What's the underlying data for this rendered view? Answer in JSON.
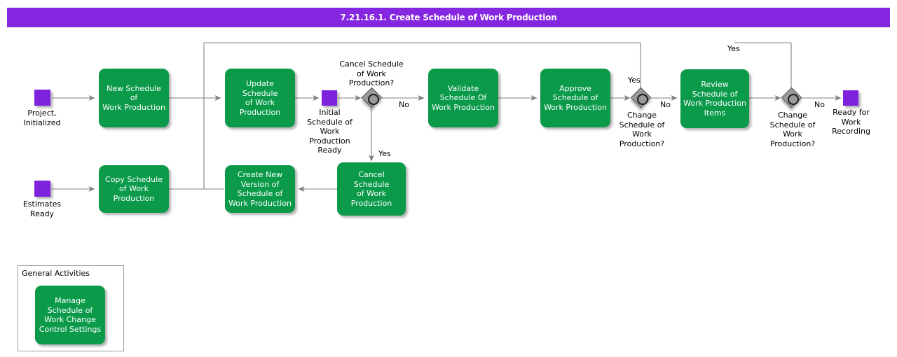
{
  "header": {
    "title": "7.21.16.1. Create Schedule of Work Production",
    "bar_color": "#8526E0",
    "text_color": "#FFFFFF"
  },
  "theme": {
    "task_fill": "#0B9A4A",
    "task_text": "#FFFFFF",
    "marker_fill": "#7F22DD",
    "gateway_fill": "#9A9A9A",
    "gateway_ring": "#1A1A1A",
    "connector": "#808080",
    "background": "#FFFFFF"
  },
  "diagram": {
    "type": "bpmn-process-flow",
    "start_events": [
      {
        "id": "start-project-initialized",
        "label": "Project,\nInitialized"
      },
      {
        "id": "start-estimates-ready",
        "label": "Estimates\nReady"
      }
    ],
    "intermediate_events": [
      {
        "id": "event-initial-schedule-ready",
        "label": "Initial\nSchedule of\nWork\nProduction\nReady"
      }
    ],
    "end_events": [
      {
        "id": "end-ready-for-work-recording",
        "label": "Ready for\nWork\nRecording"
      }
    ],
    "tasks": [
      {
        "id": "task-new-schedule",
        "label": "New Schedule of\nWork Production"
      },
      {
        "id": "task-copy-schedule",
        "label": "Copy Schedule\nof Work\nProduction"
      },
      {
        "id": "task-update-schedule",
        "label": "Update Schedule\nof Work\nProduction"
      },
      {
        "id": "task-create-new-version",
        "label": "Create New\nVersion of\nSchedule of\nWork Production"
      },
      {
        "id": "task-cancel-schedule",
        "label": "Cancel Schedule\nof Work\nProduction"
      },
      {
        "id": "task-validate-schedule",
        "label": "Validate\nSchedule Of\nWork Production"
      },
      {
        "id": "task-approve-schedule",
        "label": "Approve\nSchedule of\nWork Production"
      },
      {
        "id": "task-review-schedule-items",
        "label": "Review\nSchedule of\nWork Production\nItems"
      },
      {
        "id": "task-manage-change-control",
        "label": "Manage\nSchedule of\nWork Change\nControl Settings"
      }
    ],
    "gateways": [
      {
        "id": "gw-cancel-schedule",
        "label": "Cancel Schedule\nof Work\nProduction?",
        "label_position": "above"
      },
      {
        "id": "gw-change-schedule-1",
        "label": "Change\nSchedule of\nWork\nProduction?",
        "label_position": "below"
      },
      {
        "id": "gw-change-schedule-2",
        "label": "Change\nSchedule of\nWork\nProduction?",
        "label_position": "below"
      }
    ],
    "edge_labels": [
      {
        "id": "edge-cancel-no",
        "text": "No"
      },
      {
        "id": "edge-cancel-yes",
        "text": "Yes"
      },
      {
        "id": "edge-change1-yes",
        "text": "Yes"
      },
      {
        "id": "edge-change1-no",
        "text": "No"
      },
      {
        "id": "edge-change2-yes",
        "text": "Yes"
      },
      {
        "id": "edge-change2-no",
        "text": "No"
      }
    ],
    "groups": [
      {
        "id": "group-general-activities",
        "title": "General Activities"
      }
    ]
  }
}
